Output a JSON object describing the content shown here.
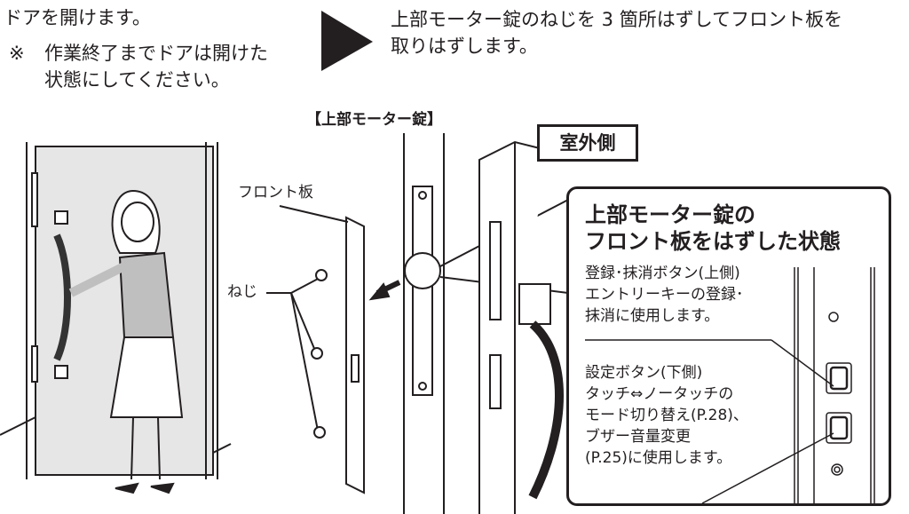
{
  "step1": {
    "text": "ドアを開けます。",
    "note_mark": "※",
    "note_line1": "作業終了までドアは開けた",
    "note_line2": "状態にしてください。"
  },
  "step2": {
    "line1": "上部モーター錠のねじを 3 箇所はずしてフロント板を",
    "line2": "取りはずします。"
  },
  "labels": {
    "upper_lock": "【上部モーター錠】",
    "outside": "室外側",
    "front_plate": "フロント板",
    "screw": "ねじ"
  },
  "callout": {
    "title_line1": "上部モーター錠の",
    "title_line2": "フロント板をはずした状態",
    "register_button": {
      "line1": "登録･抹消ボタン(上側)",
      "line2": "エントリーキーの登録･",
      "line3": "抹消に使用します。"
    },
    "setting_button": {
      "line1": "設定ボタン(下側)",
      "line2": "タッチ⇔ノータッチの",
      "line3": "モード切り替え(P.28)、",
      "line4": "ブザー音量変更",
      "line5": "(P.25)に使用します。"
    }
  }
}
